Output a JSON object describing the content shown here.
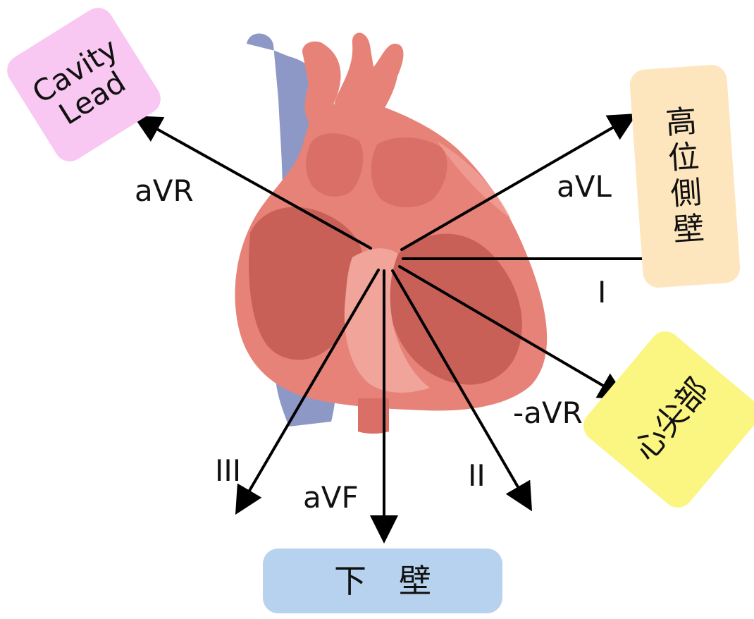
{
  "leads": {
    "avr": "aVR",
    "avl": "aVL",
    "i": "I",
    "neg_avr": "-aVR",
    "iii": "III",
    "avf": "aVF",
    "ii": "II"
  },
  "regions": {
    "cavity": {
      "line1": "Cavity",
      "line2": "Lead",
      "color": "#f8c7f2"
    },
    "high_lateral": {
      "chars": [
        "高",
        "位",
        "側",
        "壁"
      ],
      "color": "#fde6bd"
    },
    "apex": {
      "text": "心尖部",
      "color": "#fbf582"
    },
    "inferior": {
      "text": "下　壁",
      "color": "#b7d2ef"
    }
  },
  "colors": {
    "myocardium": "#e78278",
    "myocardium_light": "#f1a49a",
    "myocardium_dark": "#c86058",
    "vena_cava": "#8e98c6",
    "arrow": "#000000"
  }
}
